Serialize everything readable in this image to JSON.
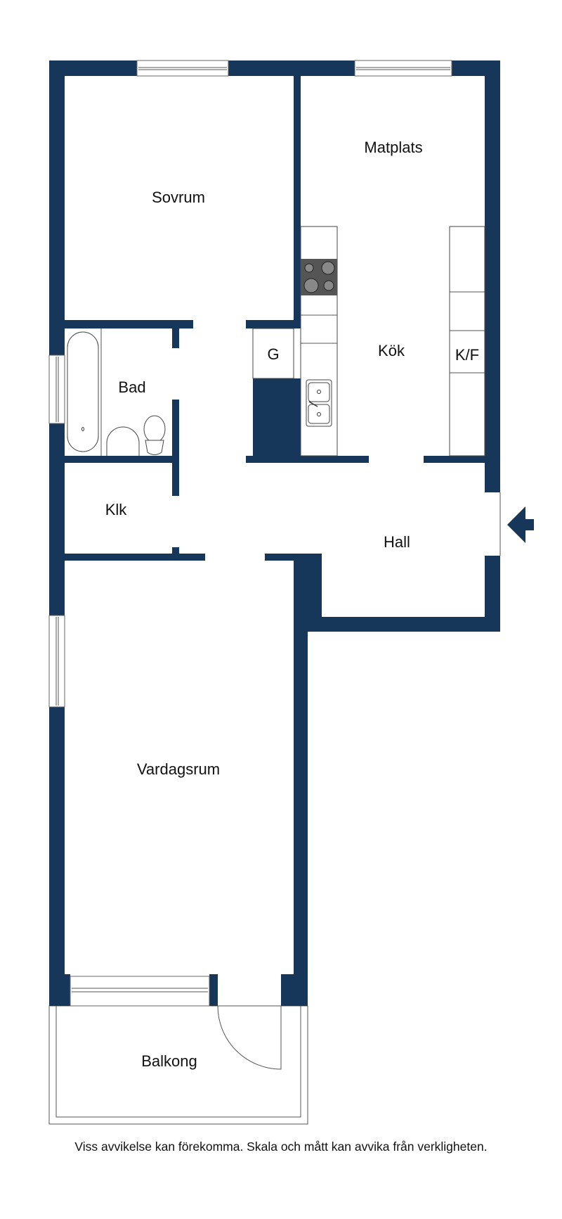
{
  "colors": {
    "wall": "#17375a",
    "background": "#ffffff",
    "hob": "#555555"
  },
  "rooms": {
    "sovrum": "Sovrum",
    "matplats": "Matplats",
    "kok": "Kök",
    "kf": "K/F",
    "g": "G",
    "bad": "Bad",
    "klk": "Klk",
    "hall": "Hall",
    "vardagsrum": "Vardagsrum",
    "balkong": "Balkong"
  },
  "icons": {
    "entrance": "entrance-arrow-icon"
  },
  "footer": "Viss avvikelse kan förekomma. Skala och mått kan avvika från verkligheten."
}
